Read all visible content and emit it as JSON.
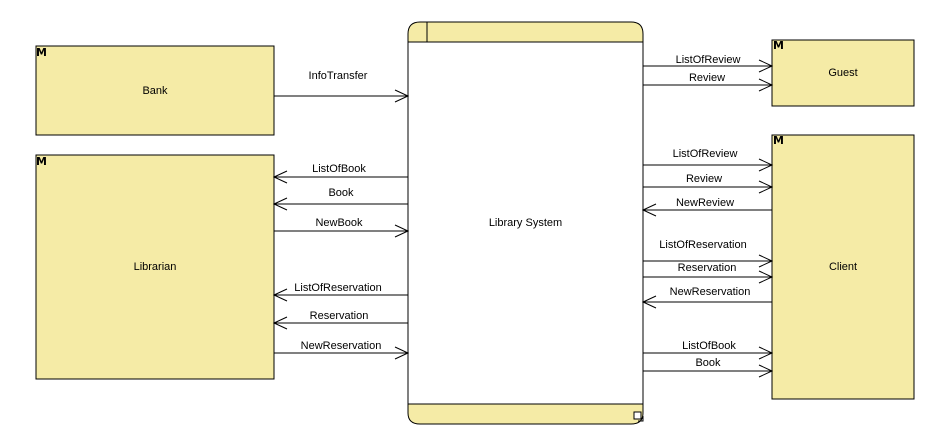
{
  "external_marker": "M",
  "system": {
    "label": "Library System"
  },
  "entities": {
    "bank": {
      "label": "Bank"
    },
    "librarian": {
      "label": "Librarian"
    },
    "guest": {
      "label": "Guest"
    },
    "client": {
      "label": "Client"
    }
  },
  "flows": {
    "bank_info_transfer": "InfoTransfer",
    "lib_list_of_book": "ListOfBook",
    "lib_book": "Book",
    "lib_new_book": "NewBook",
    "lib_list_of_reservation": "ListOfReservation",
    "lib_reservation": "Reservation",
    "lib_new_reservation": "NewReservation",
    "guest_list_of_review": "ListOfReview",
    "guest_review": "Review",
    "client_list_of_review": "ListOfReview",
    "client_review": "Review",
    "client_new_review": "NewReview",
    "client_list_of_reservation": "ListOfReservation",
    "client_reservation": "Reservation",
    "client_new_reservation": "NewReservation",
    "client_list_of_book": "ListOfBook",
    "client_book": "Book"
  }
}
